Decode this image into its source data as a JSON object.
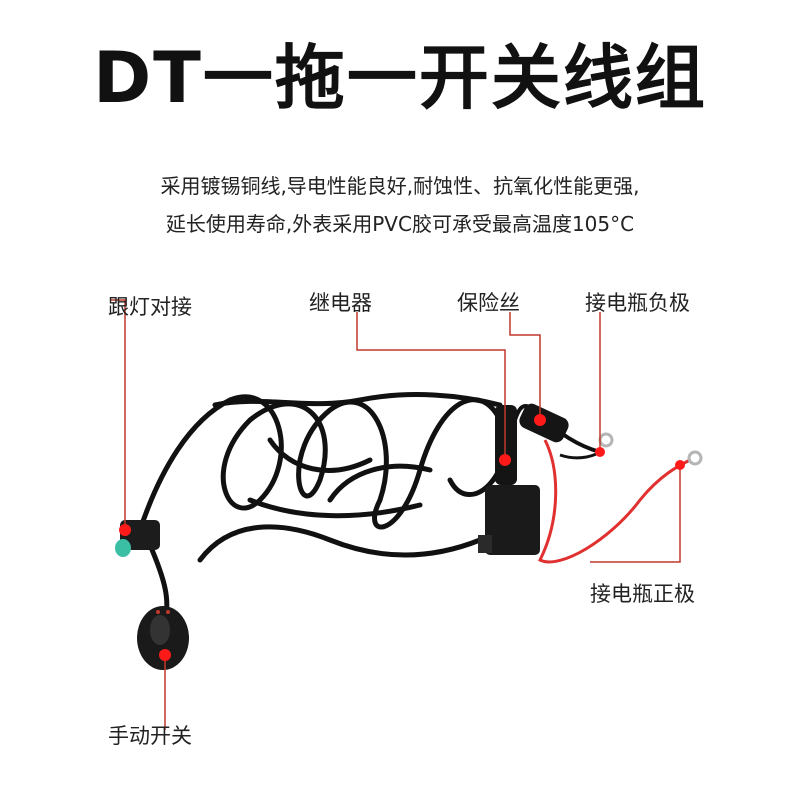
{
  "title": "DT一拖一开关线组",
  "description": {
    "line1": "采用镀锡铜线,导电性能良好,耐蚀性、抗氧化性能更强,",
    "line2": "延长使用寿命,外表采用PVC胶可承受最高温度105°C"
  },
  "callouts": {
    "light_connector": "跟灯对接",
    "relay": "继电器",
    "fuse": "保险丝",
    "battery_negative": "接电瓶负极",
    "battery_positive": "接电瓶正极",
    "manual_switch": "手动开关"
  },
  "colors": {
    "leader_line": "#c0392b",
    "marker": "#ff1a1a",
    "cable": "#111111",
    "positive_wire": "#e03030",
    "connector_cap": "#3bbfa4"
  }
}
